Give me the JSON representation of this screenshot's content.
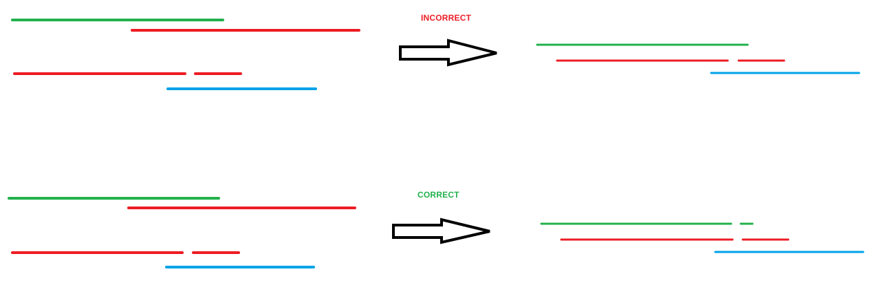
{
  "colors": {
    "green": "#22b14c",
    "red": "#ed1c24",
    "blue": "#00a2e8",
    "arrow": "#000000"
  },
  "panels": [
    {
      "id": "incorrect",
      "label": "INCORRECT",
      "label_color": "#ed1c24"
    },
    {
      "id": "correct",
      "label": "CORRECT",
      "label_color": "#22b14c"
    }
  ],
  "icons": {
    "transform": "right-arrow-icon"
  }
}
